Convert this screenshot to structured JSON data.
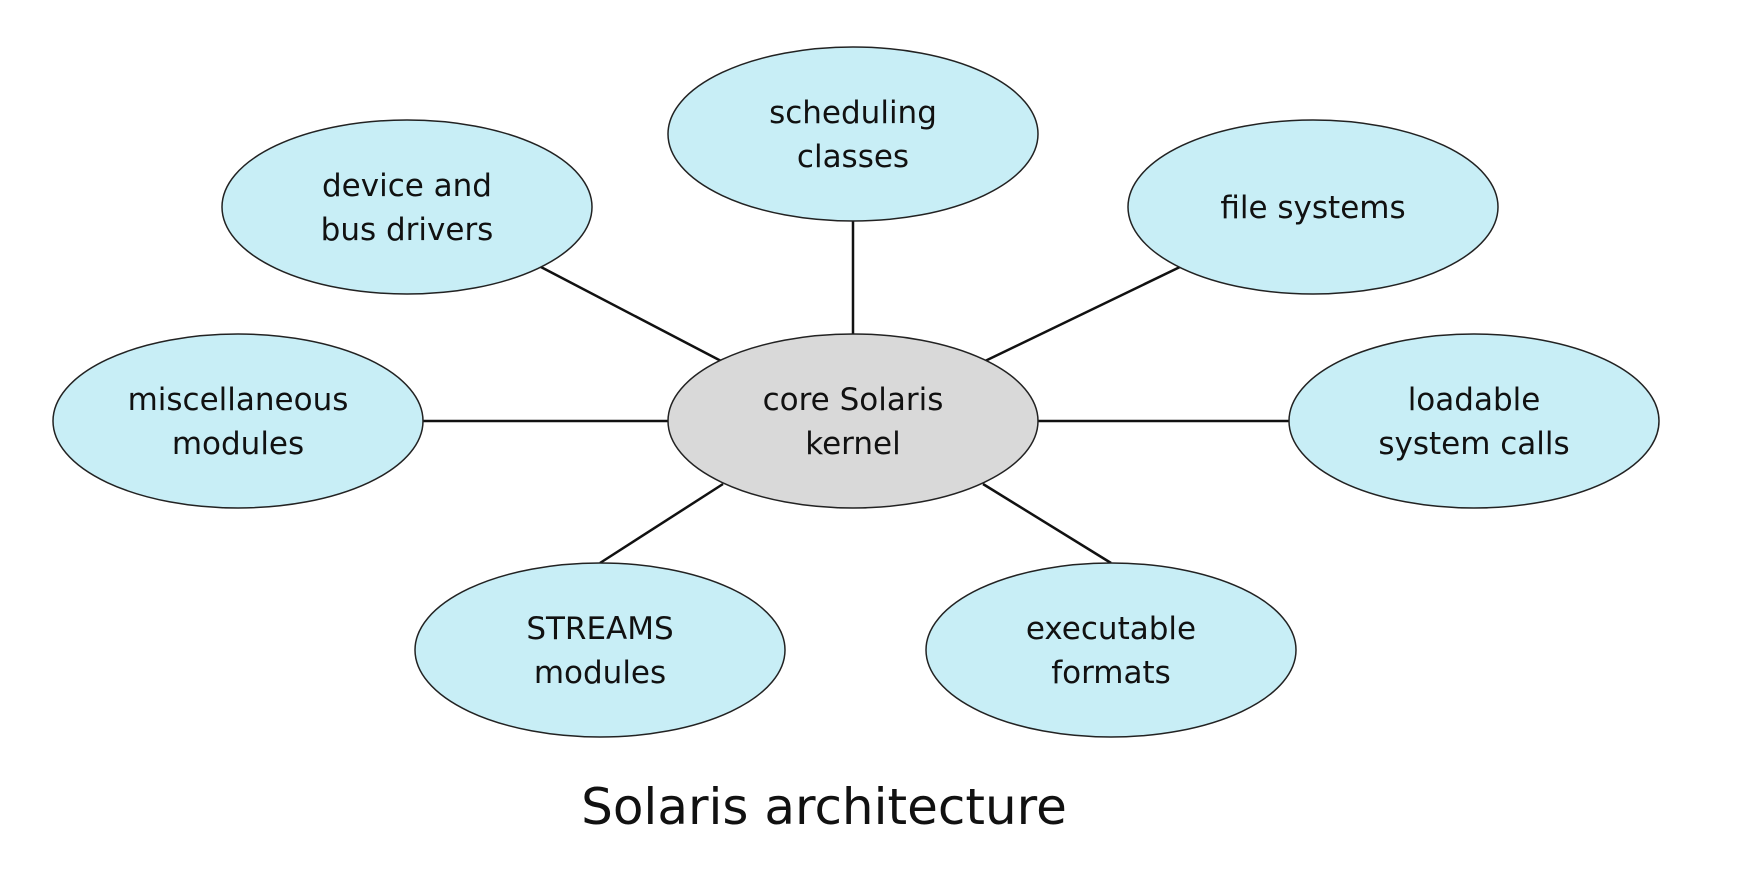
{
  "diagram": {
    "caption": "Solaris architecture",
    "center": {
      "lines": [
        "core Solaris",
        "kernel"
      ],
      "fill": "#d9d9d9"
    },
    "module_fill": "#c8eef6",
    "modules": [
      {
        "id": "scheduling-classes",
        "lines": [
          "scheduling",
          "classes"
        ]
      },
      {
        "id": "file-systems",
        "lines": [
          "file systems"
        ]
      },
      {
        "id": "loadable-system-calls",
        "lines": [
          "loadable",
          "system calls"
        ]
      },
      {
        "id": "executable-formats",
        "lines": [
          "executable",
          "formats"
        ]
      },
      {
        "id": "streams-modules",
        "lines": [
          "STREAMS",
          "modules"
        ]
      },
      {
        "id": "miscellaneous-modules",
        "lines": [
          "miscellaneous",
          "modules"
        ]
      },
      {
        "id": "device-and-bus-drivers",
        "lines": [
          "device and",
          "bus drivers"
        ]
      }
    ]
  }
}
